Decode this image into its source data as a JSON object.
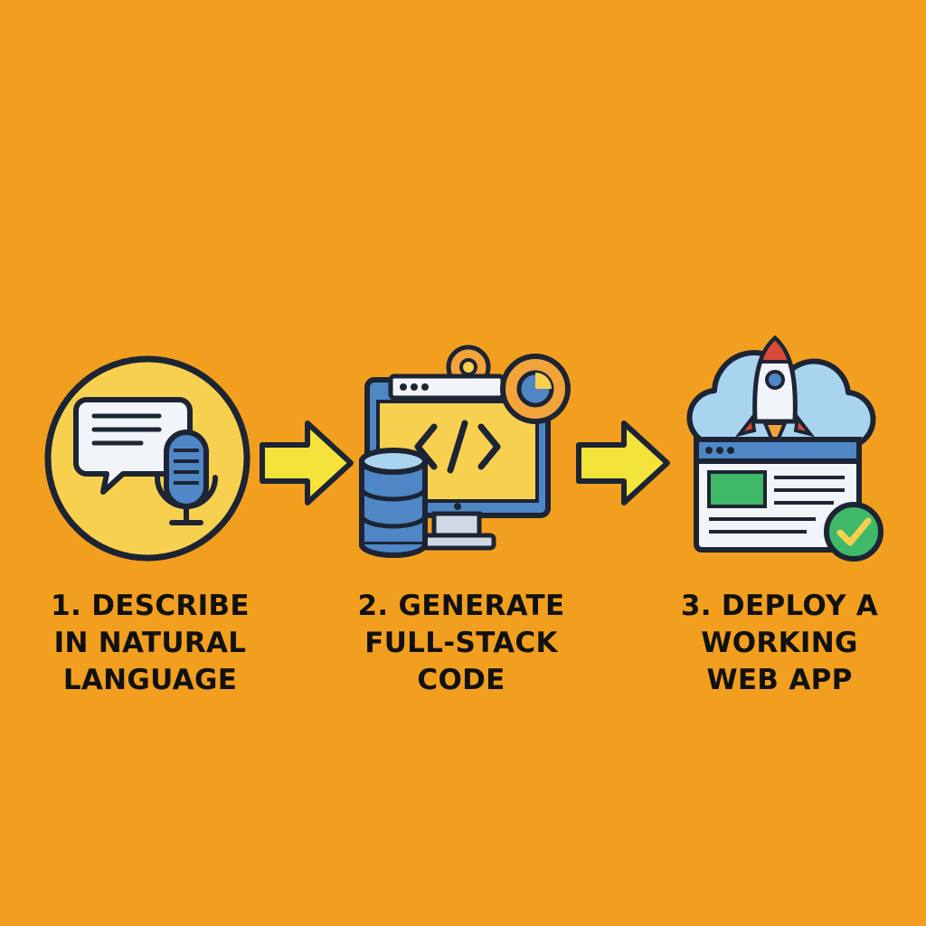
{
  "steps": [
    {
      "label_lines": [
        "1. DESCRIBE",
        "IN NATURAL",
        "LANGUAGE"
      ],
      "icons": [
        "chat-bubble-icon",
        "microphone-icon"
      ]
    },
    {
      "label_lines": [
        "2. GENERATE",
        "FULL-STACK",
        "CODE"
      ],
      "icons": [
        "code-monitor-icon",
        "database-icon",
        "gear-icon"
      ]
    },
    {
      "label_lines": [
        "3. DEPLOY A",
        "WORKING",
        "WEB APP"
      ],
      "icons": [
        "cloud-icon",
        "rocket-icon",
        "browser-window-icon",
        "checkmark-icon"
      ]
    }
  ],
  "colors": {
    "background": "#f29f1f",
    "outline": "#1d2433",
    "yellow": "#f7d04f",
    "blue": "#4f86c6",
    "light_blue": "#a9d4f0",
    "green": "#3fb86a",
    "red": "#d94a3a",
    "arrow": "#f4e33b"
  }
}
